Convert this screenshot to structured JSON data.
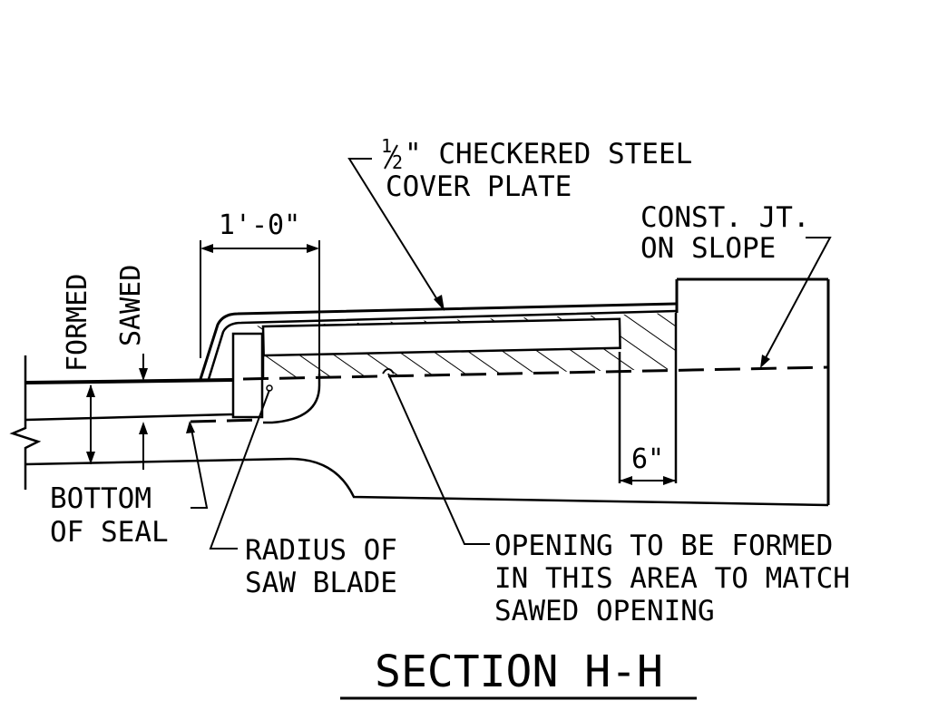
{
  "title": "SECTION H-H",
  "labels": {
    "cover_plate_fraction_num": "1",
    "cover_plate_fraction_den": "2",
    "cover_plate_line1_rest": "\" CHECKERED STEEL",
    "cover_plate_line2": "COVER PLATE",
    "const_jt_line1": "CONST. JT.",
    "const_jt_line2": "ON SLOPE",
    "dim_top": "1'-0\"",
    "dim_bottom": "6\"",
    "formed": "FORMED",
    "sawed": "SAWED",
    "bottom_seal_line1": "BOTTOM",
    "bottom_seal_line2": "OF SEAL",
    "radius_line1": "RADIUS OF",
    "radius_line2": "SAW BLADE",
    "opening_line1": "OPENING TO BE FORMED",
    "opening_line2": "IN THIS AREA TO MATCH",
    "opening_line3": "SAWED OPENING"
  }
}
